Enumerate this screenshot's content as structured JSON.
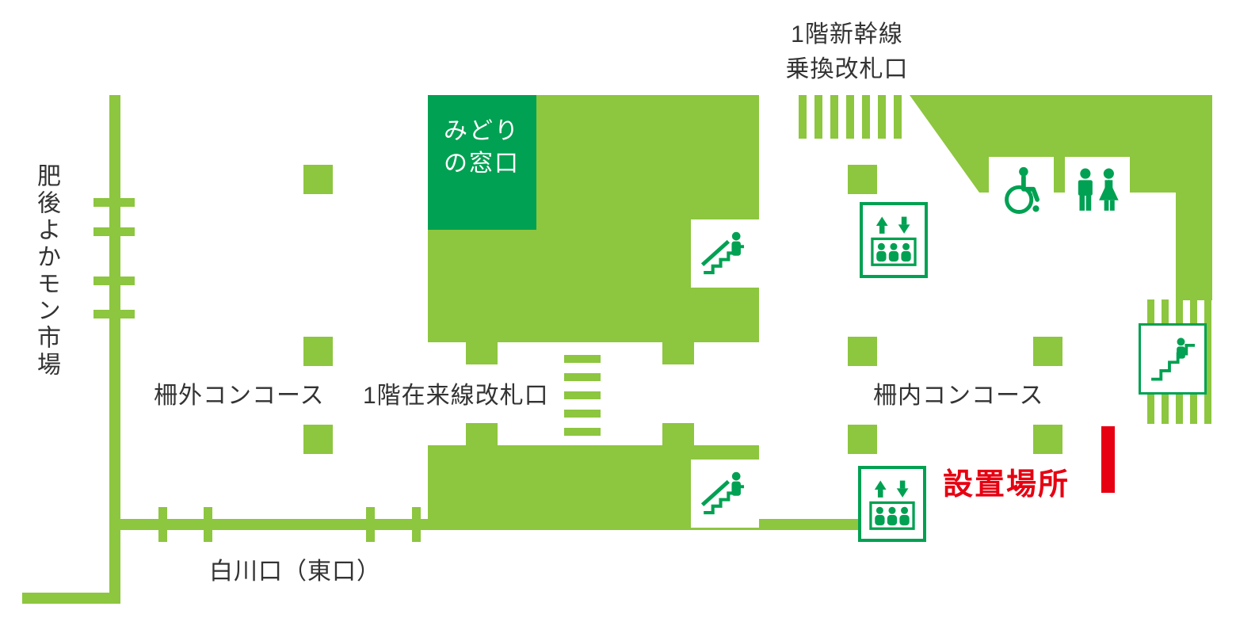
{
  "title": "station-floor-map",
  "colors": {
    "green": "#8dc63f",
    "dark_green": "#00a152",
    "red": "#e60012",
    "text": "#333333"
  },
  "labels": {
    "market": "肥後よかモン市場",
    "shinkansen_gate": {
      "line1": "1階新幹線",
      "line2": "乗換改札口"
    },
    "midori_no_madoguchi": {
      "line1": "みどり",
      "line2": "の窓口"
    },
    "outer_concourse": "柵外コンコース",
    "local_line_gate": "1階在来線改札口",
    "inner_concourse": "柵内コンコース",
    "shirakawa_exit": "白川口（東口）",
    "installation_spot": "設置場所"
  },
  "icons": {
    "escalator_top": "escalator",
    "escalator_bottom": "escalator",
    "elevator_top": "elevator",
    "elevator_bottom": "elevator",
    "wheelchair": "wheelchair-accessible",
    "restroom": "restroom-men-women",
    "stairs": "stairs-up"
  }
}
